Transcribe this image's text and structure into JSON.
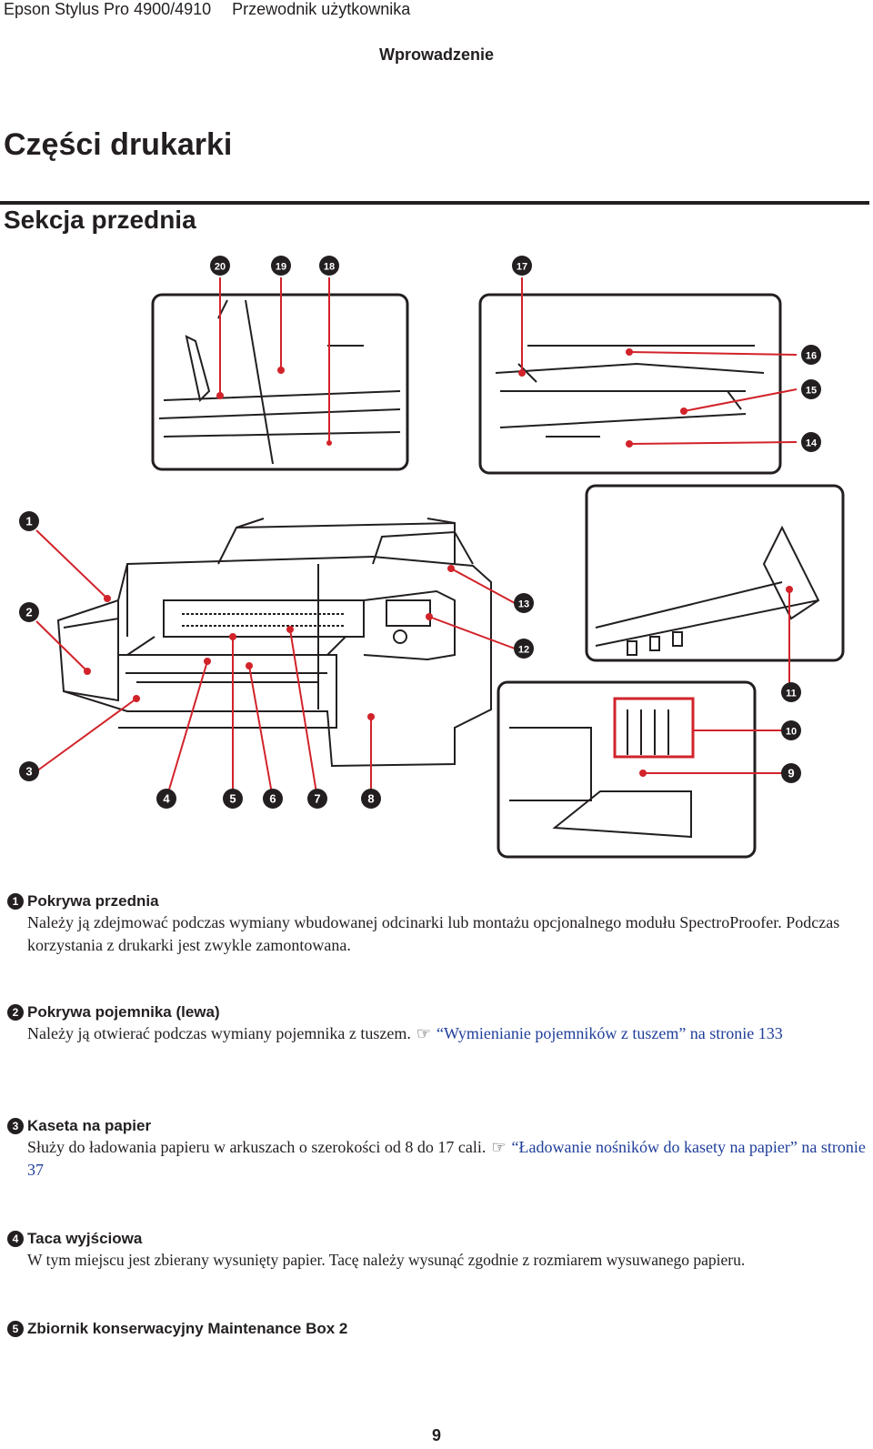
{
  "header": {
    "product": "Epson Stylus Pro 4900/4910",
    "guide": "Przewodnik użytkownika"
  },
  "section_title": "Wprowadzenie",
  "heading": "Części drukarki",
  "subheading": "Sekcja przednia",
  "callouts": [
    "1",
    "2",
    "3",
    "4",
    "5",
    "6",
    "7",
    "8",
    "9",
    "10",
    "11",
    "12",
    "13",
    "14",
    "15",
    "16",
    "17",
    "18",
    "19",
    "20"
  ],
  "items": [
    {
      "num": "1",
      "title": "Pokrywa przednia",
      "desc": "Należy ją zdejmować podczas wymiany wbudowanej odcinarki lub montażu opcjonalnego modułu SpectroProofer. Podczas korzystania z drukarki jest zwykle zamontowana."
    },
    {
      "num": "2",
      "title": "Pokrywa pojemnika (lewa)",
      "desc": "Należy ją otwierać podczas wymiany pojemnika z tuszem.",
      "link": "“Wymienianie pojemników z tuszem” na stronie 133"
    },
    {
      "num": "3",
      "title": "Kaseta na papier",
      "desc": "Służy do ładowania papieru w arkuszach o szerokości od 8 do 17 cali.",
      "link": "“Ładowanie nośników do kasety na papier” na stronie 37"
    },
    {
      "num": "4",
      "title": "Taca wyjściowa",
      "desc": "W tym miejscu jest zbierany wysunięty papier. Tacę należy wysunąć zgodnie z rozmiarem wysuwanego papieru."
    },
    {
      "num": "5",
      "title": "Zbiornik konserwacyjny Maintenance Box 2"
    }
  ],
  "page_number": "9",
  "icons": {
    "reference": "pointing-hand-icon"
  }
}
